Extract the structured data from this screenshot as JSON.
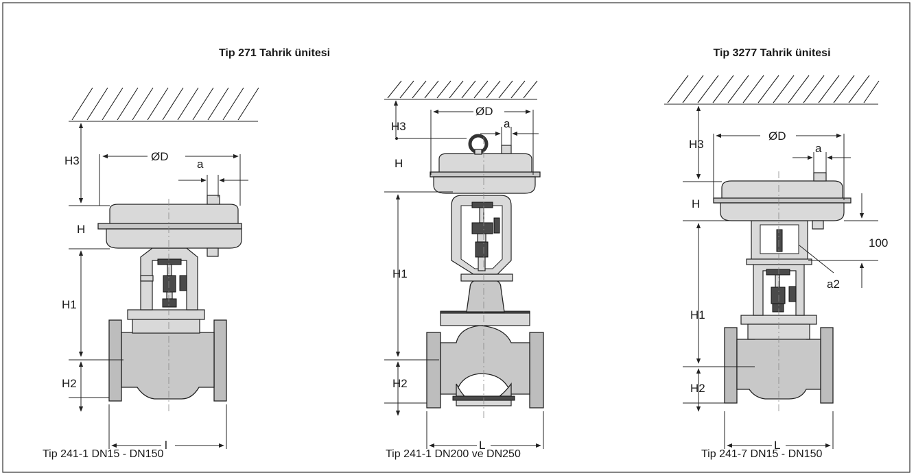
{
  "titles": {
    "left": "Tip 271 Tahrik ünitesi",
    "right": "Tip 3277 Tahrik ünitesi"
  },
  "captions": {
    "left": "Tip 241-1 DN15 - DN150",
    "middle": "Tip 241-1 DN200 ve DN250",
    "right": "Tip 241-7 DN15 - DN150"
  },
  "dims": {
    "H3": "H3",
    "D": "ØD",
    "a": "a",
    "H": "H",
    "H1": "H1",
    "H2": "H2",
    "L_left": "l",
    "L": "L",
    "h100": "100",
    "a2": "a2"
  }
}
